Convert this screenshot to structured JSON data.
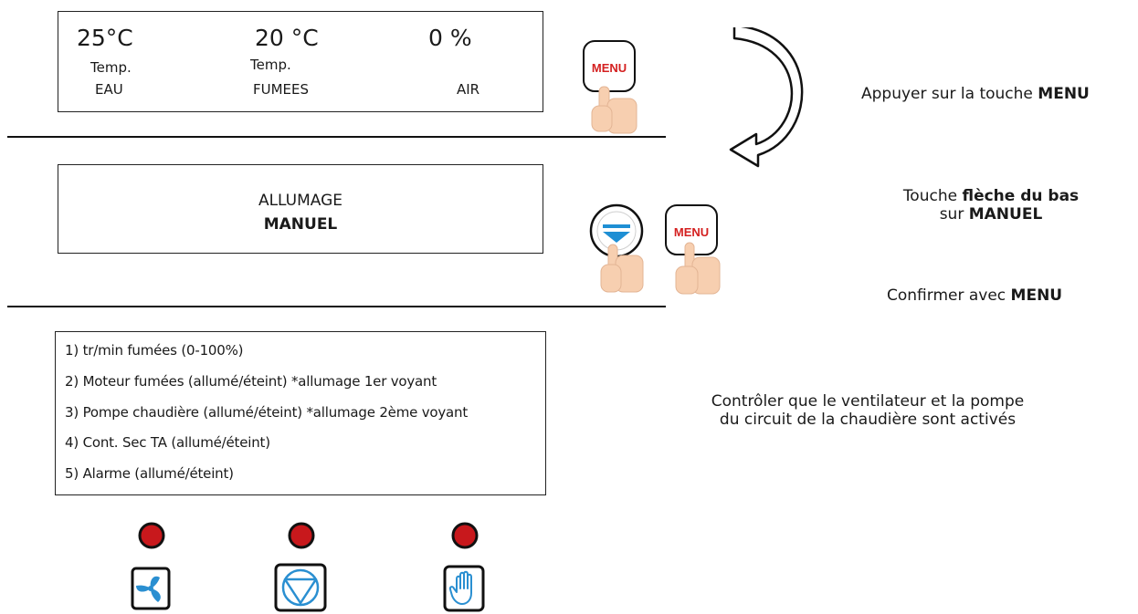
{
  "display1": {
    "water_value": "25°C",
    "water_label_1": "Temp.",
    "water_label_2": "EAU",
    "fumes_value": "20 °C",
    "fumes_label_1": "Temp.",
    "fumes_label_2": "FUMEES",
    "air_value": "0 %",
    "air_label": "AIR"
  },
  "display2": {
    "line1": "ALLUMAGE",
    "line2": "MANUEL"
  },
  "display3": {
    "items": [
      "1) tr/min fumées (0-100%)",
      "2) Moteur fumées (allumé/éteint) *allumage 1er voyant",
      "3) Pompe chaudière (allumé/éteint) *allumage 2ème voyant",
      "4) Cont. Sec TA (allumé/éteint)",
      "5) Alarme (allumé/éteint)"
    ]
  },
  "buttons": {
    "menu_label": "MENU"
  },
  "instructions": {
    "step1_text": "Appuyer sur la touche ",
    "step1_bold": "MENU",
    "step2_text": "Touche ",
    "step2_bold": "flèche du bas",
    "step2b_text": "sur ",
    "step2b_bold": "MANUEL",
    "step3_text": "Confirmer avec ",
    "step3_bold": "MENU",
    "step4_line1": "Contrôler que le ventilateur et la pompe",
    "step4_line2": "du circuit de la chaudière sont activés"
  },
  "colors": {
    "led_red": "#c8181c",
    "menu_red": "#d42020",
    "arrow_blue": "#1e8fd4",
    "hand_skin": "#f7cfb0"
  },
  "icons": [
    "fan-icon",
    "pump-icon",
    "hand-icon",
    "down-arrow-icon",
    "pointing-hand-icon",
    "curved-arrow-icon"
  ]
}
